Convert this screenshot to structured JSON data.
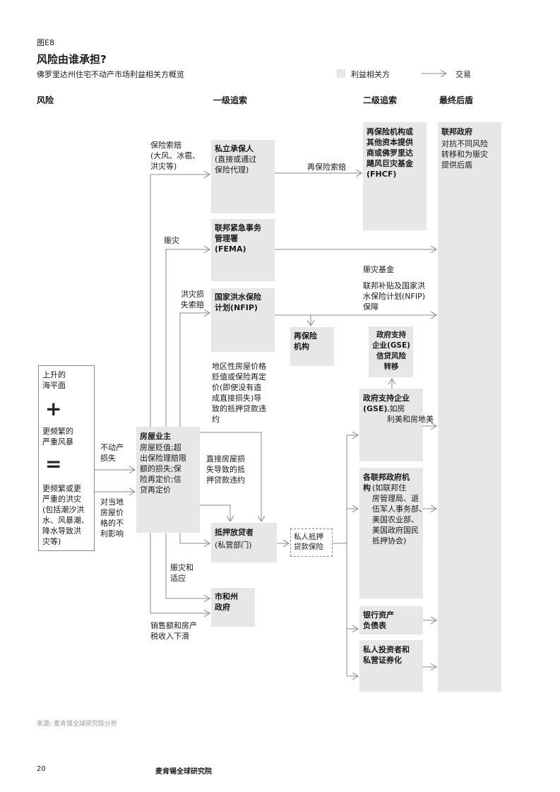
{
  "figure": {
    "label": "图E8",
    "title": "风险由谁承担?",
    "subtitle": "佛罗里达州住宅不动产市场利益相关方概览"
  },
  "legend": {
    "stakeholder_label": "利益相关方",
    "transaction_label": "交易"
  },
  "columns": {
    "risk": "风险",
    "primary": "一级追索",
    "secondary": "二级追索",
    "ultimate": "最终后盾"
  },
  "risk_box": {
    "line1": "上升的\n海平面",
    "plus": "+",
    "line2": "更频繁的\n严重风暴",
    "equals": "=",
    "line3": "更频繁或更\n严重的洪灾\n(包括潮汐洪\n水、风暴潮、\n降水导致洪\n灾等)"
  },
  "nodes": {
    "homeowner": {
      "title": "房屋业主",
      "desc": "房屋贬值;超\n出保险理赔限\n额的损失;保\n险再定价;信\n贷再定价"
    },
    "private_insurer": {
      "title": "私立承保人",
      "desc": "(直接或通过\n保险代理)"
    },
    "fema": {
      "title": "联邦紧急事务\n管理署\n(FEMA)"
    },
    "nfip": {
      "title": "国家洪水保险\n计划(NFIP)"
    },
    "reinsurer_small": {
      "title": "再保险\n机构"
    },
    "mortgage_lender": {
      "title": "抵押放贷者",
      "desc": "(私营部门)"
    },
    "municipal": {
      "title": "市和州\n政府"
    },
    "reinsurance_fhcf": {
      "title": "再保险机构或\n其他资本提供\n商或佛罗里达\n飓风巨灾基金\n(FHCF)"
    },
    "gse_credit": {
      "title": "政府支持\n企业(GSE)\n信贷风险\n转移"
    },
    "gse": {
      "title": "政府支持企业\n(GSE)",
      "desc": ",如房\n利美和房地美"
    },
    "federal_agencies": {
      "title": "各联邦政府机\n构",
      "desc": "(如联邦住\n房管理局、退\n伍军人事务部、\n美国农业部、\n美国政府国民\n抵押协会)"
    },
    "bank_balance": {
      "title": "银行资产\n负债表"
    },
    "private_investors": {
      "title": "私人投资者和\n私营证券化"
    },
    "federal_gov": {
      "title": "联邦政府",
      "desc": "对抗不同风险\n转移和为赈灾\n提供后盾"
    },
    "private_mortgage_insurance": {
      "title": "私人抵押\n贷款保险"
    }
  },
  "labels": {
    "insurance_claims": "保险索赔\n(大风、冰雹、\n洪灾等)",
    "relief": "赈灾",
    "flood_claims": "洪灾损\n失索赔",
    "reinsurance_claims": "再保险索赔",
    "relief_fund": "赈灾基金",
    "federal_subsidy": "联邦补贴及国家洪\n水保险计划(NFIP)\n保障",
    "regional_price": "地区性房屋价格\n贬值或保险再定\n价(即使没有造\n成直接损失)导\n致的抵押贷款违\n约",
    "direct_loss": "直接房屋损\n失导致的抵\n押贷款违约",
    "property_loss": "不动产\n损失",
    "price_impact": "对当地\n房屋价\n格的不\n利影响",
    "relief_recovery": "赈灾和\n适应",
    "tax_decline": "销售额和房产\n税收入下滑"
  },
  "footer": {
    "source": "来源: 麦肯锡全球研究院分析",
    "page_number": "20",
    "publisher": "麦肯锡全球研究院"
  }
}
